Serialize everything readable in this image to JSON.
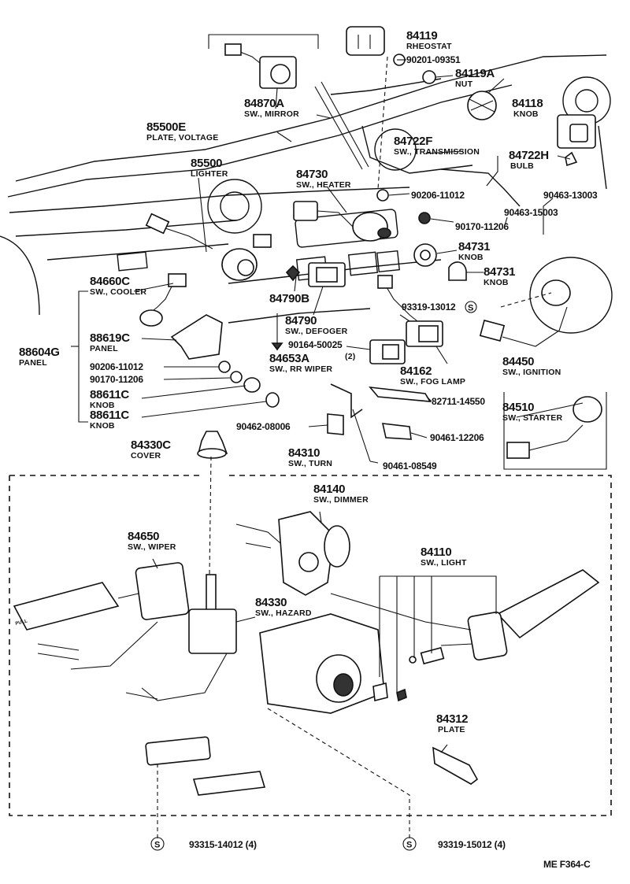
{
  "labels": {
    "p84119": {
      "num": "84119",
      "desc": "RHEOSTAT"
    },
    "p90201": {
      "num": "90201-09351"
    },
    "p84119A": {
      "num": "84119A",
      "desc": "NUT"
    },
    "p84118": {
      "num": "84118",
      "desc": "KNOB"
    },
    "p84870A": {
      "num": "84870A",
      "desc": "SW., MIRROR"
    },
    "p85500E": {
      "num": "85500E",
      "desc": "PLATE, VOLTAGE"
    },
    "p84722F": {
      "num": "84722F",
      "desc": "SW., TRANSMISSION"
    },
    "p84722H": {
      "num": "84722H",
      "desc": "BULB"
    },
    "p85500": {
      "num": "85500",
      "desc": "LIGHTER"
    },
    "p84730": {
      "num": "84730",
      "desc": "SW., HEATER"
    },
    "p90206a": {
      "num": "90206-11012"
    },
    "p90463a": {
      "num": "90463-13003"
    },
    "p90170a": {
      "num": "90170-11206"
    },
    "p90463b": {
      "num": "90463-15003"
    },
    "p84731a": {
      "num": "84731",
      "desc": "KNOB"
    },
    "p84731b": {
      "num": "84731",
      "desc": "KNOB"
    },
    "p84660C": {
      "num": "84660C",
      "desc": "SW., COOLER"
    },
    "p84790B": {
      "num": "84790B"
    },
    "p93319a": {
      "num": "93319-13012"
    },
    "p84790": {
      "num": "84790",
      "desc": "SW., DEFOGER"
    },
    "p88619C": {
      "num": "88619C",
      "desc": "PANEL"
    },
    "p90164": {
      "num": "90164-50025"
    },
    "p88604G": {
      "num": "88604G",
      "desc": "PANEL"
    },
    "p84653A": {
      "num": "84653A",
      "desc": "SW., RR WIPER",
      "qty": "(2)"
    },
    "p84162": {
      "num": "84162",
      "desc": "SW., FOG LAMP"
    },
    "p84450": {
      "num": "84450",
      "desc": "SW., IGNITION"
    },
    "p90206b": {
      "num": "90206-11012"
    },
    "p90170b": {
      "num": "90170-11206"
    },
    "p88611Ca": {
      "num": "88611C",
      "desc": "KNOB"
    },
    "p88611Cb": {
      "num": "88611C",
      "desc": "KNOB"
    },
    "p82711": {
      "num": "82711-14550"
    },
    "p84510": {
      "num": "84510",
      "desc": "SW., STARTER"
    },
    "p90462": {
      "num": "90462-08006"
    },
    "p90461a": {
      "num": "90461-12206"
    },
    "p84330C": {
      "num": "84330C",
      "desc": "COVER"
    },
    "p84310": {
      "num": "84310",
      "desc": "SW., TURN"
    },
    "p90461b": {
      "num": "90461-08549"
    },
    "p84140": {
      "num": "84140",
      "desc": "SW., DIMMER"
    },
    "p84650": {
      "num": "84650",
      "desc": "SW., WIPER"
    },
    "p84110": {
      "num": "84110",
      "desc": "SW., LIGHT"
    },
    "p84330": {
      "num": "84330",
      "desc": "SW., HAZARD"
    },
    "p84312": {
      "num": "84312",
      "desc": "PLATE"
    },
    "p93315": {
      "num": "93315-14012 (4)"
    },
    "p93319b": {
      "num": "93319-15012 (4)"
    }
  },
  "markers": {
    "screw_symbol": "S",
    "pull_text": "PULL"
  },
  "footer": {
    "code": "ME  F364-C"
  }
}
